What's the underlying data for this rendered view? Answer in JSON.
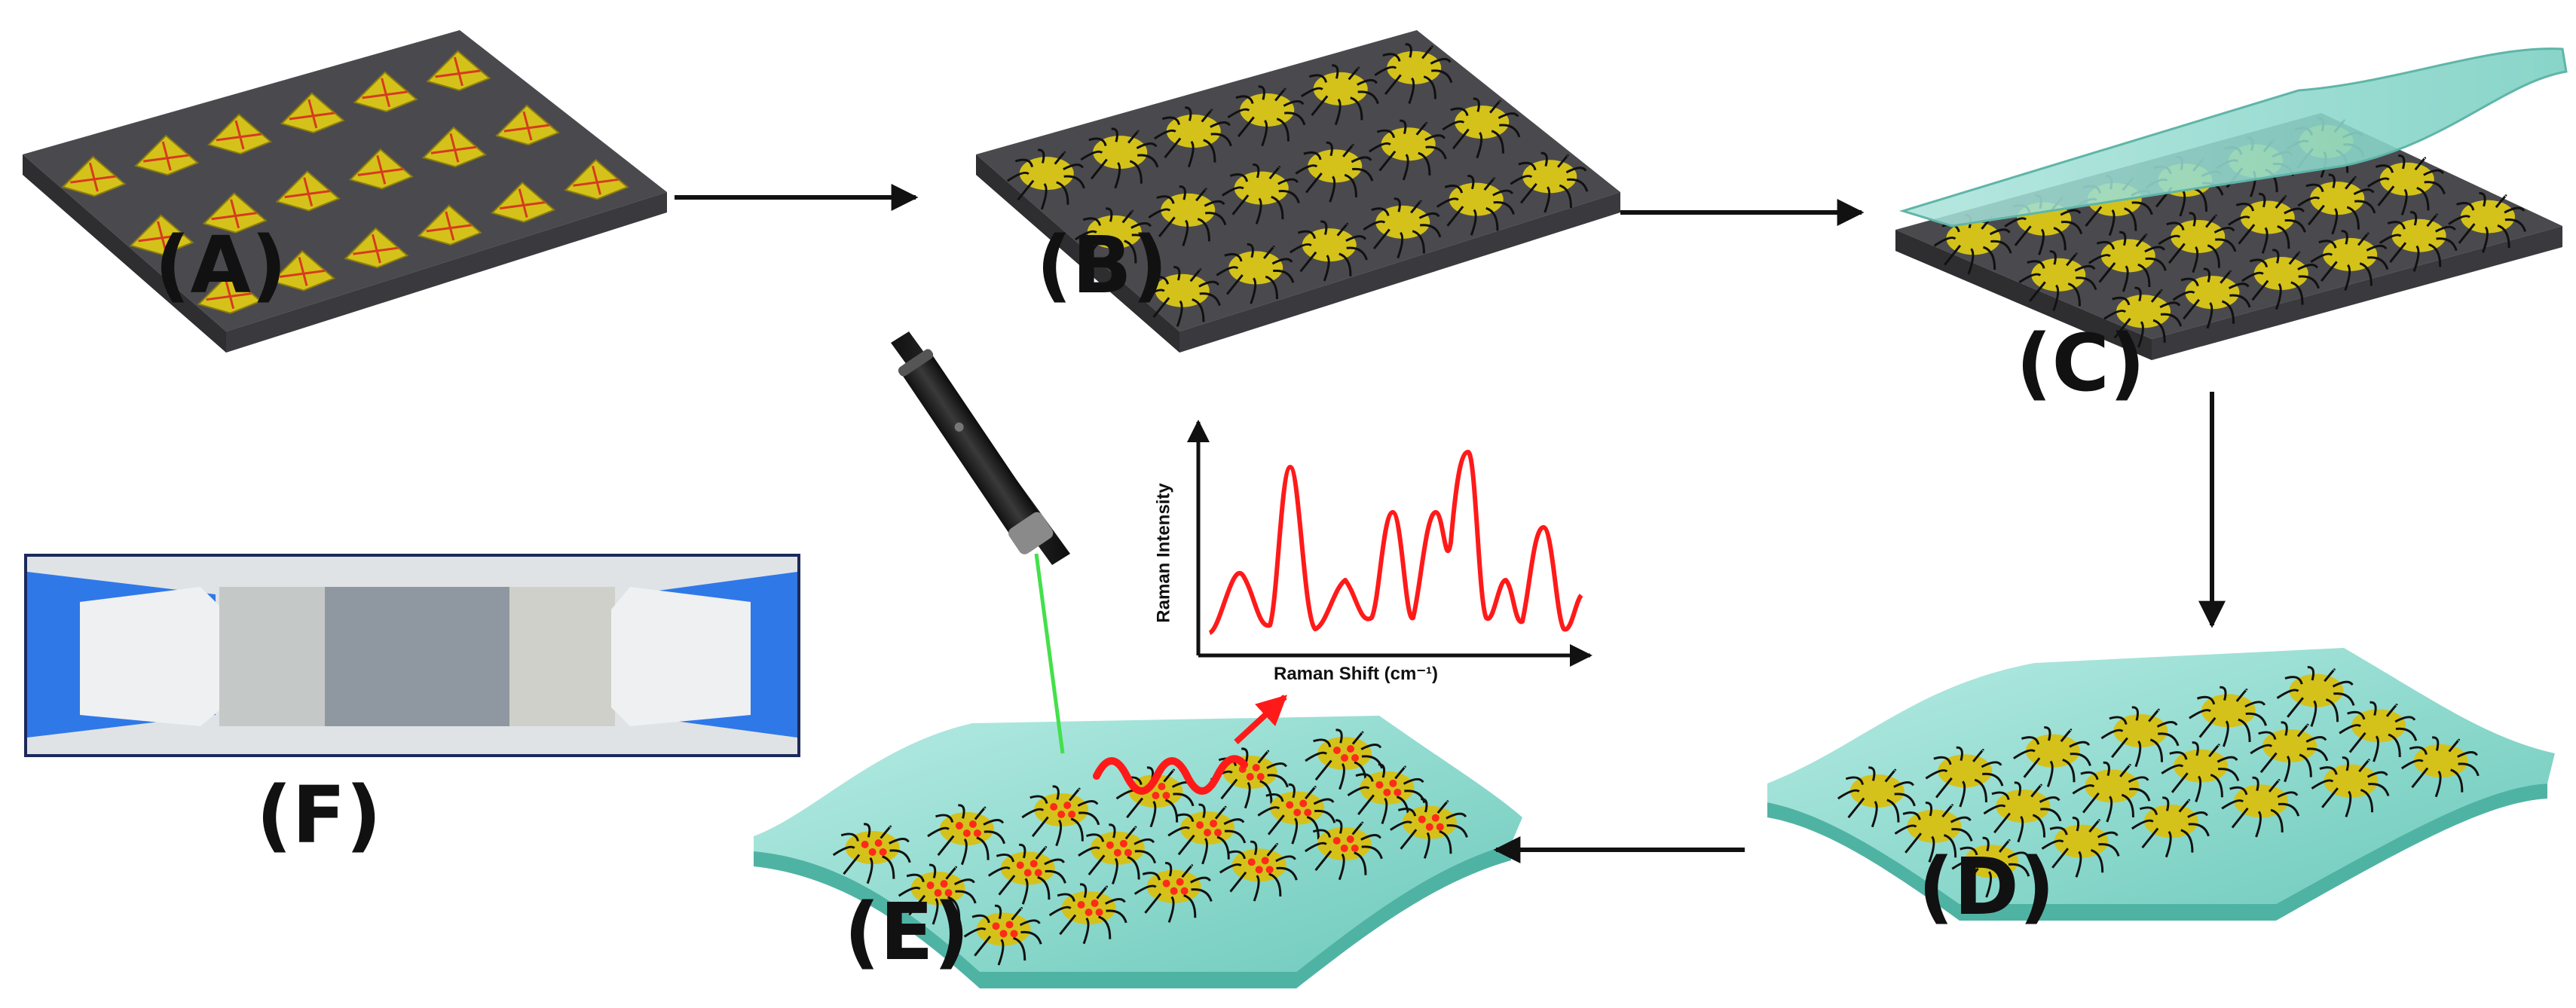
{
  "panels": {
    "a": "(A)",
    "b": "(B)",
    "c": "(C)",
    "d": "(D)",
    "e": "(E)",
    "f": "(F)"
  },
  "spectrum": {
    "ylabel": "Raman Intensity",
    "xlabel": "Raman Shift (cm⁻¹)"
  },
  "colors": {
    "substrate": "#4a4a4e",
    "nanoparticle": "#d4c21a",
    "crack_line": "#d63b1f",
    "film": "#8fd3c8",
    "spectrum_line": "#ff1a1a",
    "laser_beam": "#44e04a",
    "hot_spot": "#ff2a1a"
  },
  "icons": [
    "arrow-right-icon",
    "arrow-down-icon",
    "arrow-left-icon",
    "laser-pointer-icon"
  ]
}
